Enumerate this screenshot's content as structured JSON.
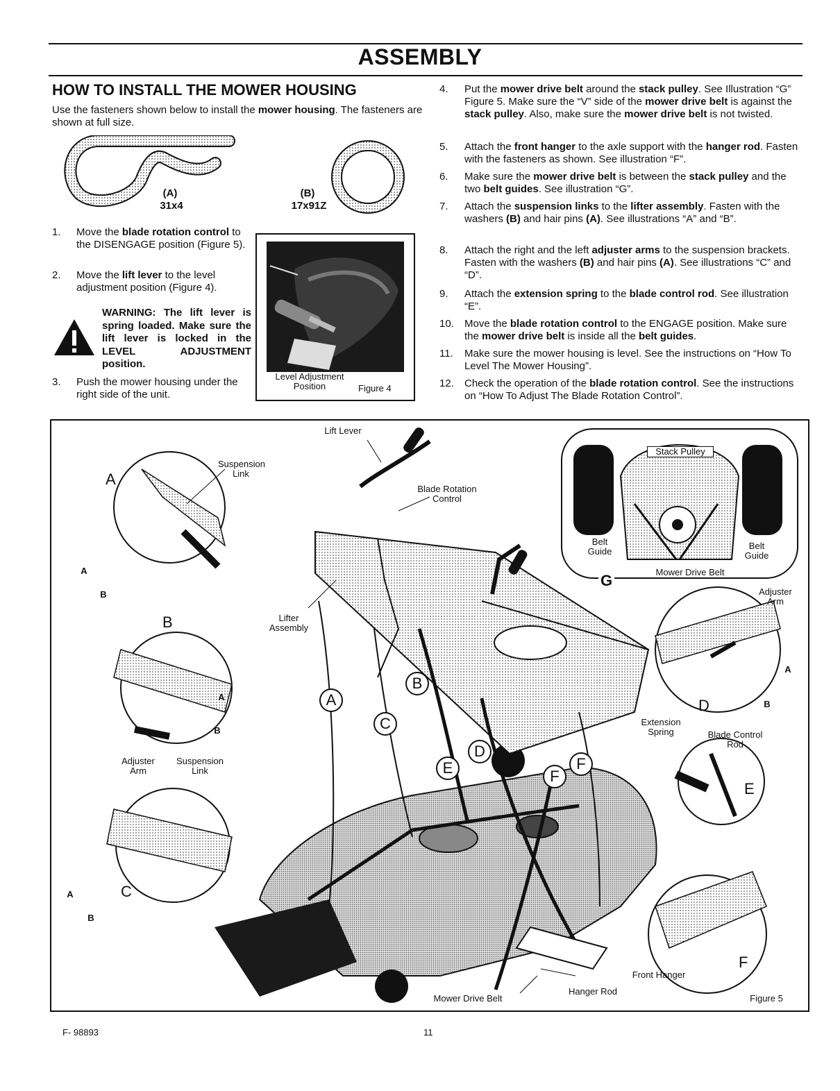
{
  "page": {
    "section_title": "ASSEMBLY",
    "heading": "HOW TO INSTALL THE MOWER HOUSING",
    "intro": [
      "Use the fasteners shown below to install the ",
      "mower housing",
      ". The fasteners are shown at full size."
    ],
    "fasteners": [
      {
        "letter": "(A)",
        "part": "31x4"
      },
      {
        "letter": "(B)",
        "part": "17x91Z"
      }
    ],
    "steps_left": [
      {
        "num": "1.",
        "parts": [
          "Move the ",
          "blade rotation control",
          " to the DISENGAGE position (Figure 5)."
        ]
      },
      {
        "num": "2.",
        "parts": [
          "Move the ",
          "lift lever",
          " to the level adjustment position (Figure 4)."
        ]
      },
      {
        "num": "3.",
        "parts": [
          "Push the mower housing under the right side of the unit.",
          "",
          ""
        ]
      }
    ],
    "warning": "WARNING: The lift lever is spring loaded. Make sure the lift lever is locked in the LEVEL ADJUSTMENT position.",
    "figure4": {
      "caption_a": "Level Adjustment",
      "caption_b": "Position",
      "label": "Figure 4"
    },
    "steps_right": [
      {
        "num": "4.",
        "parts": [
          "Put the ",
          "mower drive belt",
          " around the ",
          "stack pulley",
          ". See Illustration “G” Figure 5. Make sure the “V” side of the ",
          "mower drive belt",
          " is against the ",
          "stack pulley",
          ". Also, make sure the ",
          "mower drive belt",
          " is not twisted."
        ]
      },
      {
        "num": "5.",
        "parts": [
          "Attach the ",
          "front hanger",
          " to the axle support with the ",
          "hanger rod",
          ". Fasten with the fasteners as shown. See illustration “F”."
        ]
      },
      {
        "num": "6.",
        "parts": [
          "Make sure the ",
          "mower drive belt",
          " is between the ",
          "stack pulley",
          " and the two ",
          "belt guides",
          ". See illustration “G”."
        ]
      },
      {
        "num": "7.",
        "parts": [
          "Attach the ",
          "suspension links",
          " to the ",
          "lifter assembly",
          ". Fasten with the washers ",
          "(B)",
          " and hair pins ",
          "(A)",
          ". See illustrations “A” and “B”."
        ]
      },
      {
        "num": "8.",
        "parts": [
          "Attach the right and the left ",
          "adjuster arms",
          " to the suspension brackets. Fasten with the washers ",
          "(B)",
          " and hair pins ",
          "(A)",
          ". See illustrations “C” and “D”."
        ]
      },
      {
        "num": "9.",
        "parts": [
          "Attach the ",
          "extension spring",
          " to the ",
          "blade control rod",
          ". See illustration “E”."
        ]
      },
      {
        "num": "10.",
        "parts": [
          "Move the ",
          "blade rotation control",
          " to the ENGAGE position. Make sure the ",
          "mower drive belt",
          " is inside all the ",
          "belt guides",
          "."
        ]
      },
      {
        "num": "11.",
        "parts": [
          "Make sure the mower housing is level. See the instructions on “How To Level The Mower Housing”."
        ]
      },
      {
        "num": "12.",
        "parts": [
          "Check the operation of the ",
          "blade rotation control",
          ". See the instructions on “How To Adjust The Blade Rotation Control”."
        ]
      }
    ],
    "figure5": {
      "label": "Figure 5",
      "labels": {
        "lift_lever": "Lift Lever",
        "suspension_link_a": "Suspension Link",
        "blade_rotation_control": "Blade Rotation Control",
        "stack_pulley": "Stack Pulley",
        "belt_guide_left": "Belt Guide",
        "belt_guide_right": "Belt Guide",
        "mower_drive_belt_g": "Mower Drive Belt",
        "lifter_assembly": "Lifter Assembly",
        "adjuster_arm_d": "Adjuster Arm",
        "adjuster_arm_c": "Adjuster Arm",
        "suspension_link_b": "Suspension Link",
        "extension_spring": "Extension Spring",
        "blade_control_rod": "Blade Control Rod",
        "front_hanger": "Front Hanger",
        "hanger_rod": "Hanger Rod",
        "mower_drive_belt": "Mower Drive Belt"
      },
      "callouts": [
        "A",
        "B",
        "C",
        "D",
        "E",
        "F",
        "G"
      ],
      "ab": [
        "A",
        "B"
      ],
      "circled": [
        "A",
        "B",
        "C",
        "D",
        "E",
        "F"
      ]
    },
    "footer": {
      "code": "F- 98893",
      "page_number": "11"
    }
  }
}
